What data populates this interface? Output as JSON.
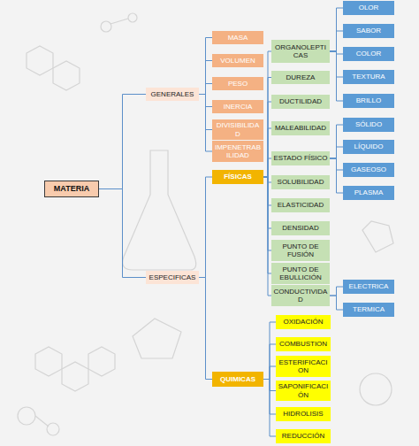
{
  "diagram": {
    "nodes": [
      {
        "text": [
          "MATERIA"
        ]
      },
      {
        "text": [
          "GENERALES"
        ]
      },
      {
        "text": [
          "MASA"
        ]
      },
      {
        "text": [
          "VOLUMEN"
        ]
      },
      {
        "text": [
          "PESO"
        ]
      },
      {
        "text": [
          "INERCIA"
        ]
      },
      {
        "text": [
          "DIVISIBILIDAD"
        ]
      },
      {
        "text": [
          "IMPENETRABILIDAD"
        ]
      },
      {
        "text": [
          "ESPECIFICAS"
        ]
      },
      {
        "text": [
          "FÍSICAS"
        ]
      },
      {
        "text": [
          "ORGANOLEPTICAS"
        ]
      },
      {
        "text": [
          "OLOR"
        ]
      },
      {
        "text": [
          "SABOR"
        ]
      },
      {
        "text": [
          "COLOR"
        ]
      },
      {
        "text": [
          "TEXTURA"
        ]
      },
      {
        "text": [
          "BRILLO"
        ]
      },
      {
        "text": [
          "DUREZA"
        ]
      },
      {
        "text": [
          "DUCTILIDAD"
        ]
      },
      {
        "text": [
          "MALEABILIDAD"
        ]
      },
      {
        "text": [
          "ESTADO FÍSICO"
        ]
      },
      {
        "text": [
          "SÓLIDO"
        ]
      },
      {
        "text": [
          "LÍQUIDO"
        ]
      },
      {
        "text": [
          "GASEOSO"
        ]
      },
      {
        "text": [
          "PLASMA"
        ]
      },
      {
        "text": [
          "SOLUBILIDAD"
        ]
      },
      {
        "text": [
          "ELASTICIDAD"
        ]
      },
      {
        "text": [
          "DENSIDAD"
        ]
      },
      {
        "text": [
          "PUNTO DE FUSIÓN"
        ]
      },
      {
        "text": [
          "PUNTO DE EBULLICIÓN"
        ]
      },
      {
        "text": [
          "CONDUCTIVIDAD"
        ]
      },
      {
        "text": [
          "ELECTRICA"
        ]
      },
      {
        "text": [
          "TERMICA"
        ]
      },
      {
        "text": [
          "QUIMICAS"
        ]
      },
      {
        "text": [
          "OXIDACIÓN"
        ]
      },
      {
        "text": [
          "COMBUSTION"
        ]
      },
      {
        "text": [
          "ESTERIFICACION"
        ]
      },
      {
        "text": [
          "SAPONIFICACIÓN"
        ]
      },
      {
        "text": [
          "HIDROLISIS"
        ]
      },
      {
        "text": [
          "REDUCCIÓN"
        ]
      }
    ],
    "edges": [
      {
        "from": 0,
        "to": 1,
        "arrow": "none"
      },
      {
        "from": 0,
        "to": 8,
        "arrow": "none"
      },
      {
        "from": 1,
        "to": 2,
        "arrow": "none"
      },
      {
        "from": 1,
        "to": 3,
        "arrow": "none"
      },
      {
        "from": 1,
        "to": 4,
        "arrow": "none"
      },
      {
        "from": 1,
        "to": 5,
        "arrow": "none"
      },
      {
        "from": 1,
        "to": 6,
        "arrow": "none"
      },
      {
        "from": 1,
        "to": 7,
        "arrow": "none"
      },
      {
        "from": 8,
        "to": 9,
        "arrow": "none"
      },
      {
        "from": 8,
        "to": 32,
        "arrow": "none"
      },
      {
        "from": 9,
        "to": 10,
        "arrow": "none"
      },
      {
        "from": 9,
        "to": 16,
        "arrow": "none"
      },
      {
        "from": 9,
        "to": 17,
        "arrow": "none"
      },
      {
        "from": 9,
        "to": 18,
        "arrow": "none"
      },
      {
        "from": 9,
        "to": 19,
        "arrow": "none"
      },
      {
        "from": 9,
        "to": 24,
        "arrow": "none"
      },
      {
        "from": 9,
        "to": 25,
        "arrow": "none"
      },
      {
        "from": 9,
        "to": 26,
        "arrow": "none"
      },
      {
        "from": 9,
        "to": 27,
        "arrow": "none"
      },
      {
        "from": 9,
        "to": 28,
        "arrow": "none"
      },
      {
        "from": 9,
        "to": 29,
        "arrow": "none"
      },
      {
        "from": 10,
        "to": 11,
        "arrow": "none"
      },
      {
        "from": 10,
        "to": 12,
        "arrow": "none"
      },
      {
        "from": 10,
        "to": 13,
        "arrow": "none"
      },
      {
        "from": 10,
        "to": 14,
        "arrow": "none"
      },
      {
        "from": 10,
        "to": 15,
        "arrow": "none"
      },
      {
        "from": 19,
        "to": 20,
        "arrow": "none"
      },
      {
        "from": 19,
        "to": 21,
        "arrow": "none"
      },
      {
        "from": 19,
        "to": 22,
        "arrow": "none"
      },
      {
        "from": 19,
        "to": 23,
        "arrow": "none"
      },
      {
        "from": 29,
        "to": 30,
        "arrow": "none"
      },
      {
        "from": 29,
        "to": 31,
        "arrow": "none"
      },
      {
        "from": 32,
        "to": 33,
        "arrow": "none"
      },
      {
        "from": 32,
        "to": 34,
        "arrow": "none"
      },
      {
        "from": 32,
        "to": 35,
        "arrow": "none"
      },
      {
        "from": 32,
        "to": 36,
        "arrow": "none"
      },
      {
        "from": 32,
        "to": 37,
        "arrow": "none"
      },
      {
        "from": 32,
        "to": 38,
        "arrow": "none"
      }
    ]
  }
}
